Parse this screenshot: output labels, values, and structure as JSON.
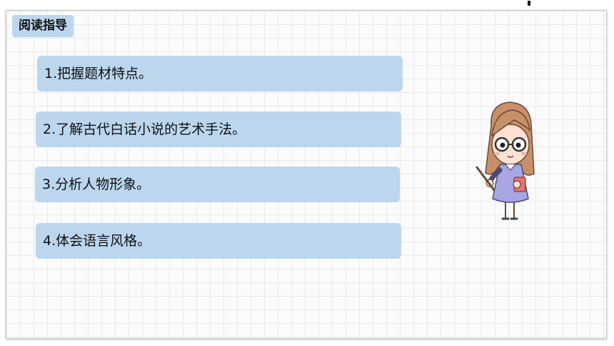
{
  "title": "阅读指导",
  "items": [
    "1.把握题材特点。",
    "2.了解古代白话小说的艺术手法。",
    "3.分析人物形象。",
    "4.体会语言风格。"
  ],
  "colors": {
    "pill": "#bcd6ee",
    "grid": "#e9e9e9",
    "text": "#111111"
  },
  "illustration": "teacher-with-pointer-illustration"
}
